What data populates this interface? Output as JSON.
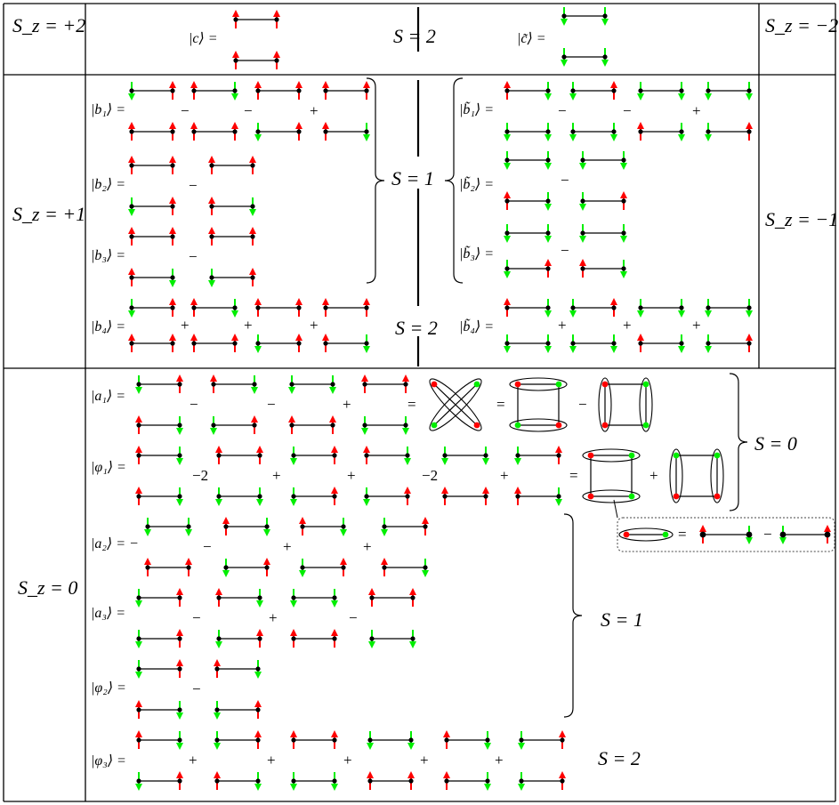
{
  "rows": {
    "top": {
      "sz_left": "S_z = +2",
      "sz_right": "S_z = −2",
      "s_label": "S = 2",
      "ket_left": "|c⟩ =",
      "ket_right": "|c̃⟩ ="
    },
    "middle": {
      "sz_left": "S_z = +1",
      "sz_right": "S_z = −1",
      "s1": "S = 1",
      "s2": "S = 2",
      "kets_left": [
        "|b₁⟩ =",
        "|b₂⟩ =",
        "|b₃⟩ =",
        "|b₄⟩ ="
      ],
      "kets_right": [
        "|b̃₁⟩ =",
        "|b̃₂⟩ =",
        "|b̃₃⟩ =",
        "|b̃₄⟩ ="
      ]
    },
    "bottom": {
      "sz": "S_z = 0",
      "s0": "S = 0",
      "s1": "S = 1",
      "s2": "S = 2",
      "kets": [
        "|a₁⟩ =",
        "|φ₁⟩ =",
        "|a₂⟩ = −",
        "|a₃⟩ =",
        "|φ₂⟩ =",
        "|φ₃⟩ ="
      ]
    }
  },
  "operators": {
    "b1": [
      "−",
      "−",
      "+"
    ],
    "b2": [
      "−"
    ],
    "b3": [
      "−"
    ],
    "b4": [
      "+",
      "+",
      "+"
    ],
    "bt1": [
      "−",
      "−",
      "+"
    ],
    "bt2": [
      "−"
    ],
    "bt3": [
      "−"
    ],
    "bt4": [
      "+",
      "+",
      "+"
    ],
    "a1": [
      "−",
      "−",
      "+",
      "=",
      "=",
      "−"
    ],
    "phi1": [
      "−2",
      "+",
      "+",
      "−2",
      "+",
      "=",
      "+"
    ],
    "a2": [
      "−",
      "+",
      "+"
    ],
    "a3": [
      "−",
      "+",
      "−"
    ],
    "phi2": [
      "−"
    ],
    "phi3": [
      "+",
      "+",
      "+",
      "+",
      "+"
    ],
    "legend": [
      "=",
      "−"
    ]
  },
  "colors": {
    "up": "#ff0000",
    "down": "#00ee00",
    "ink": "#000000"
  },
  "icons": [
    "up-arrow-icon",
    "down-arrow-icon",
    "singlet-ellipse-icon"
  ]
}
